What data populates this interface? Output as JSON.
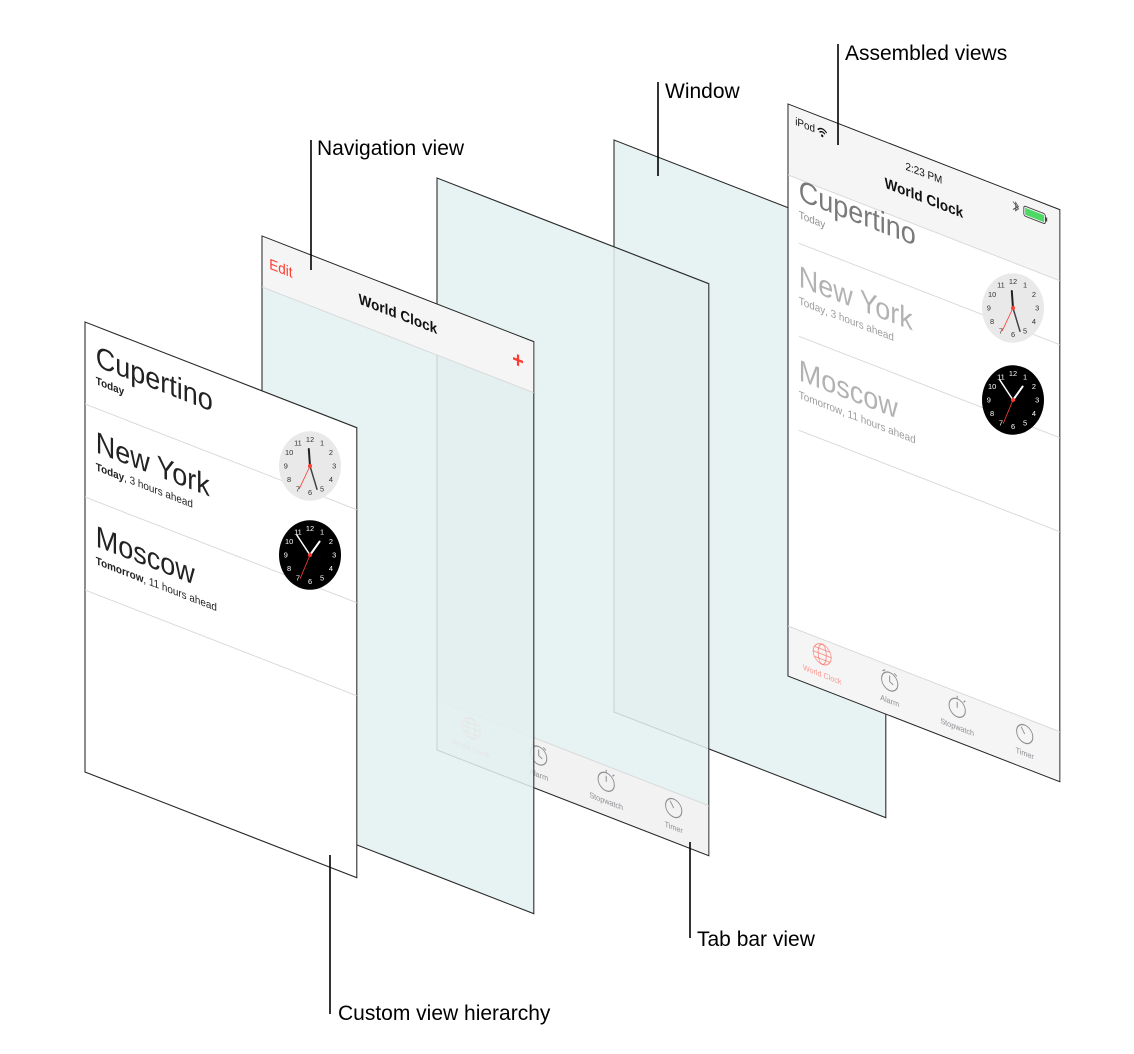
{
  "callouts": {
    "assembled": "Assembled views",
    "window": "Window",
    "navigation": "Navigation view",
    "tabbar": "Tab bar view",
    "custom": "Custom view hierarchy"
  },
  "navbar": {
    "edit_label": "Edit",
    "title": "World Clock",
    "add_symbol": "+"
  },
  "status_bar": {
    "carrier": "iPod",
    "time": "2:23 PM"
  },
  "cities": [
    {
      "name": "Cupertino",
      "detail_bold": "Today",
      "detail_rest": "",
      "clock": "none"
    },
    {
      "name": "New York",
      "detail_bold": "Today",
      "detail_rest": ", 3 hours ahead",
      "clock": "light"
    },
    {
      "name": "Moscow",
      "detail_bold": "Tomorrow",
      "detail_rest": ", 11 hours ahead",
      "clock": "dark"
    }
  ],
  "tabs": [
    {
      "label": "World Clock",
      "icon": "globe-icon",
      "active": true
    },
    {
      "label": "Alarm",
      "icon": "alarm-clock-icon",
      "active": false
    },
    {
      "label": "Stopwatch",
      "icon": "stopwatch-icon",
      "active": false
    },
    {
      "label": "Timer",
      "icon": "timer-icon",
      "active": false
    }
  ],
  "colors": {
    "accent": "#ff3b30",
    "glass": "#e3f0f0",
    "pane": "#ffffff",
    "bar": "#f5f5f5",
    "inactive_tab": "#8e8e93",
    "battery": "#4cd964"
  }
}
